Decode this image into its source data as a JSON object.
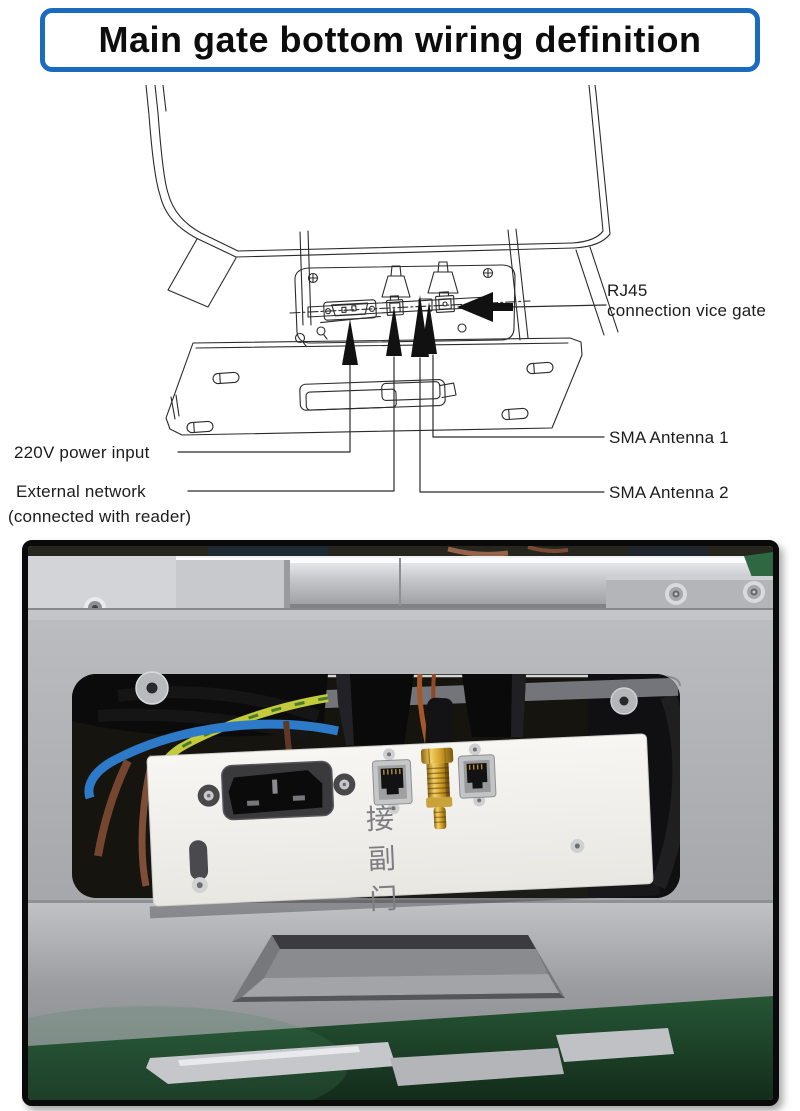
{
  "title": {
    "text": "Main gate bottom wiring definition"
  },
  "diagram": {
    "labels": {
      "rj45_line1": "RJ45",
      "rj45_line2": "connection vice gate",
      "power_input": "220V power input",
      "sma_antenna_1": "SMA Antenna 1",
      "external_network_line1": "External network",
      "external_network_line2": "(connected with reader)",
      "sma_antenna_2": "SMA Antenna 2"
    }
  },
  "photo": {
    "panel_label": "接副门"
  },
  "colors": {
    "title_border": "#1a6bbf",
    "line_art": "#2b2b2b",
    "photo_metal": "#b2b3b7",
    "photo_green_mat": "#1d432c",
    "sma_gold": "#d8a82e"
  }
}
